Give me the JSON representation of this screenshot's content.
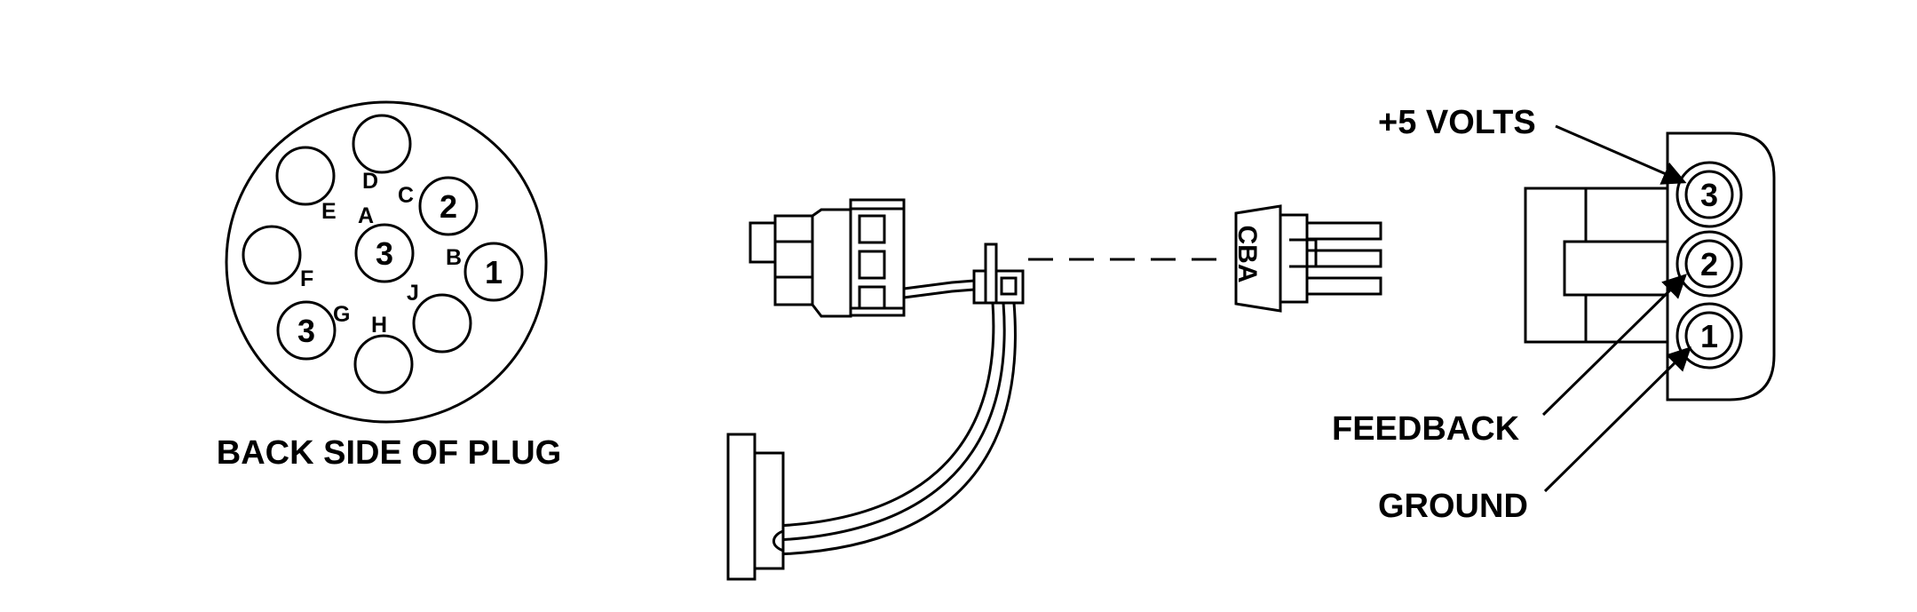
{
  "plug": {
    "caption": "BACK SIDE OF PLUG",
    "letters": {
      "a": "A",
      "b": "B",
      "c": "C",
      "d": "D",
      "e": "E",
      "f": "F",
      "g": "G",
      "h": "H",
      "j": "J"
    },
    "pins": {
      "a": "3",
      "b": "1",
      "c": "2",
      "g": "3"
    }
  },
  "harness": {
    "connector_letters": [
      "C",
      "B",
      "A"
    ]
  },
  "sensor": {
    "pins": {
      "top": "3",
      "middle": "2",
      "bottom": "1"
    },
    "callouts": {
      "top": "+5 VOLTS",
      "middle": "FEEDBACK",
      "bottom": "GROUND"
    }
  }
}
